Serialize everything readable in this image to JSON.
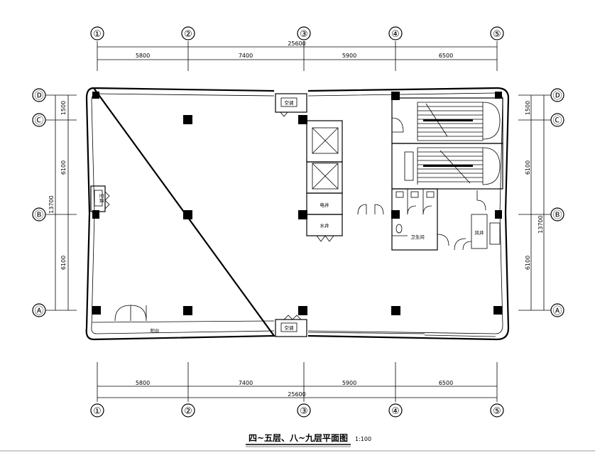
{
  "axes": {
    "horizontal": [
      "①",
      "②",
      "③",
      "④",
      "⑤"
    ],
    "vertical": [
      "Ⓓ",
      "Ⓒ",
      "Ⓑ",
      "Ⓐ"
    ]
  },
  "dimensions": {
    "top_spans": [
      "5800",
      "7400",
      "5900",
      "6500"
    ],
    "top_total": "25600",
    "bottom_spans": [
      "5800",
      "7400",
      "5900",
      "6500"
    ],
    "bottom_total": "25600",
    "left_spans": [
      "1500",
      "6100",
      "6100"
    ],
    "left_total": "13700",
    "right_spans": [
      "1500",
      "6100",
      "6100"
    ],
    "right_total": "13700"
  },
  "rooms": {
    "electric_shaft": "电井",
    "water_shaft": "水井",
    "restroom": "卫生间",
    "balcony": "阳台",
    "wind_shaft": "风井",
    "ac_unit": "空调"
  },
  "title": {
    "main": "四~五层、八~九层平面图",
    "scale": "1:100"
  }
}
